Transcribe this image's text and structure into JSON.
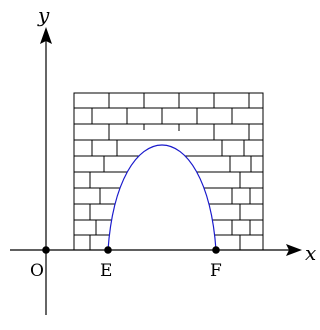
{
  "axes": {
    "x_label": "x",
    "y_label": "y",
    "origin_label": "O"
  },
  "points": {
    "e_label": "E",
    "f_label": "F"
  },
  "colors": {
    "arch_curve": "#1a1acc",
    "lines": "#000000"
  }
}
